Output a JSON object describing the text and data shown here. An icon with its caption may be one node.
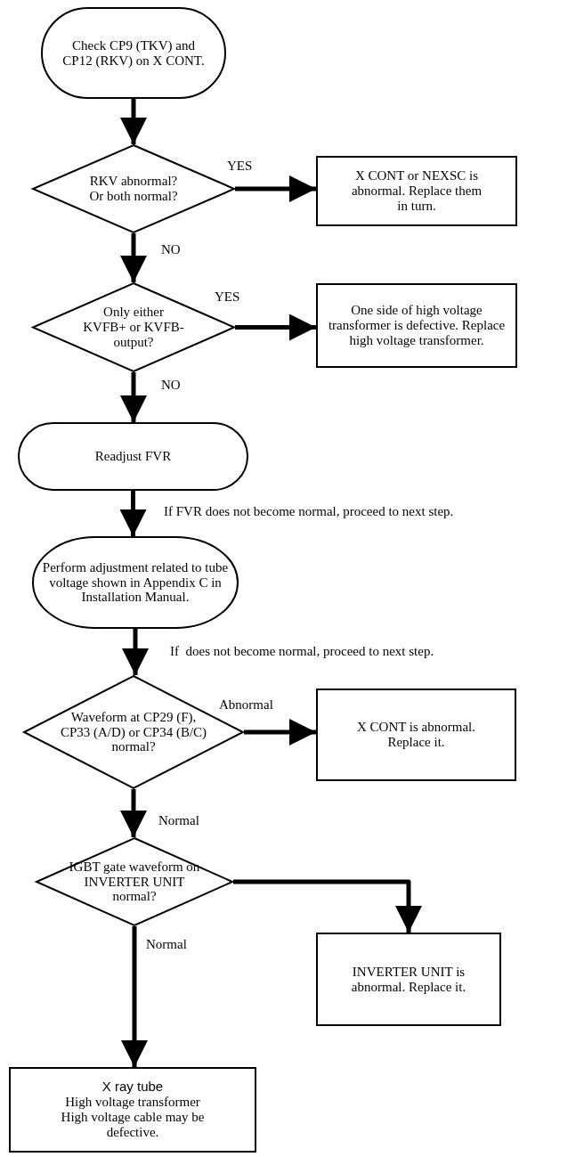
{
  "diagram": {
    "nodes": [
      {
        "text": [
          "Check CP9 (TKV) and CP12 (RKV) on X CONT."
        ]
      },
      {
        "text": [
          "RKV abnormal? Or both normal?"
        ]
      },
      {
        "text": [
          "X CONT or NEXSC is abnormal. Replace them in turn."
        ]
      },
      {
        "text": [
          "Only either KVFB+ or KVFB- output?"
        ]
      },
      {
        "text": [
          "One side of high voltage transformer is defective. Replace high voltage transformer."
        ]
      },
      {
        "text": [
          "Readjust FVR"
        ]
      },
      {
        "text": [
          "Perform adjustment related to tube voltage shown in Appendix C in Installation Manual."
        ]
      },
      {
        "text": [
          "Waveform at CP29 (F), CP33 (A/D) or CP34 (B/C) normal?"
        ]
      },
      {
        "text": [
          "X CONT is abnormal. Replace it."
        ]
      },
      {
        "text": [
          "IGBT gate waveform on INVERTER UNIT normal?"
        ]
      },
      {
        "text": [
          "INVERTER UNIT is abnormal. Replace it."
        ]
      },
      {
        "text": [
          "X ray tube",
          "High voltage transformer High voltage cable may be defective."
        ]
      }
    ],
    "edges": [
      {
        "from": 0,
        "to": 1,
        "arrow": "to"
      },
      {
        "from": 1,
        "to": 2,
        "arrow": "to",
        "label": "YES"
      },
      {
        "from": 1,
        "to": 3,
        "arrow": "to",
        "label": "NO"
      },
      {
        "from": 3,
        "to": 4,
        "arrow": "to",
        "label": "YES"
      },
      {
        "from": 3,
        "to": 5,
        "arrow": "to",
        "label": "NO"
      },
      {
        "from": 5,
        "to": 6,
        "arrow": "to",
        "label": "If FVR does not become normal, proceed to next step."
      },
      {
        "from": 6,
        "to": 7,
        "arrow": "to",
        "label": "If  does not become normal, proceed to next step."
      },
      {
        "from": 7,
        "to": 8,
        "arrow": "to",
        "label": "Abnormal"
      },
      {
        "from": 7,
        "to": 9,
        "arrow": "to",
        "label": "Normal"
      },
      {
        "from": 9,
        "to": 10,
        "arrow": "to"
      },
      {
        "from": 9,
        "to": 11,
        "arrow": "to",
        "label": "Normal"
      }
    ]
  }
}
